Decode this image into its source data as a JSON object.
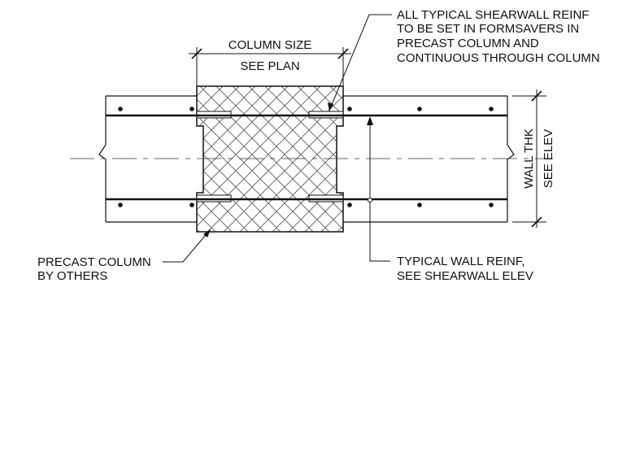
{
  "labels": {
    "column_size": "COLUMN SIZE",
    "see_plan": "SEE PLAN",
    "reinf_note": [
      "ALL TYPICAL SHEARWALL REINF",
      "TO BE SET IN FORMSAVERS IN",
      "PRECAST COLUMN AND",
      "CONTINUOUS THROUGH COLUMN"
    ],
    "wall_thk": "WALL THK",
    "see_elev": "SEE ELEV",
    "precast_column": [
      "PRECAST COLUMN",
      "BY OTHERS"
    ],
    "wall_reinf": [
      "TYPICAL WALL REINF,",
      "SEE SHEARWALL ELEV"
    ]
  },
  "colors": {
    "line": "#111111",
    "background": "#ffffff"
  }
}
